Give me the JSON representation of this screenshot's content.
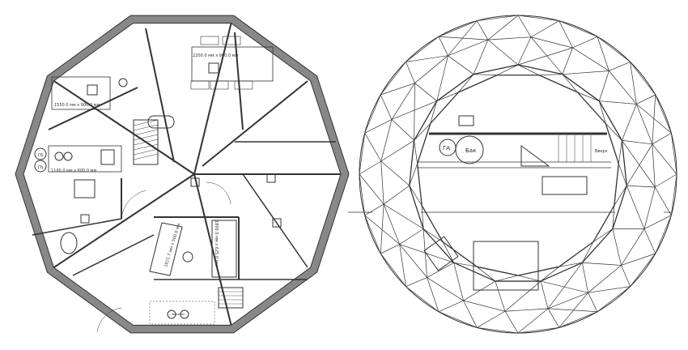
{
  "labels": {
    "table_large": "2200.0 мм x 900.0 мм",
    "table_left": "1550.0 мм x 900.0 мм",
    "counter": "1100.0 мм x 600.0 мм",
    "boiler_1": "ГБ",
    "boiler_2": "ГБ",
    "bed_vertical": "1800.0 мм x 625.0 мм",
    "bed_diagonal": "1821.7 мм x 500.0 мм",
    "ga": "ГА",
    "tank": "Бак",
    "stairs_up": "Вверх"
  },
  "colors": {
    "wall": "#888888",
    "line": "#333333",
    "background": "#ffffff"
  }
}
